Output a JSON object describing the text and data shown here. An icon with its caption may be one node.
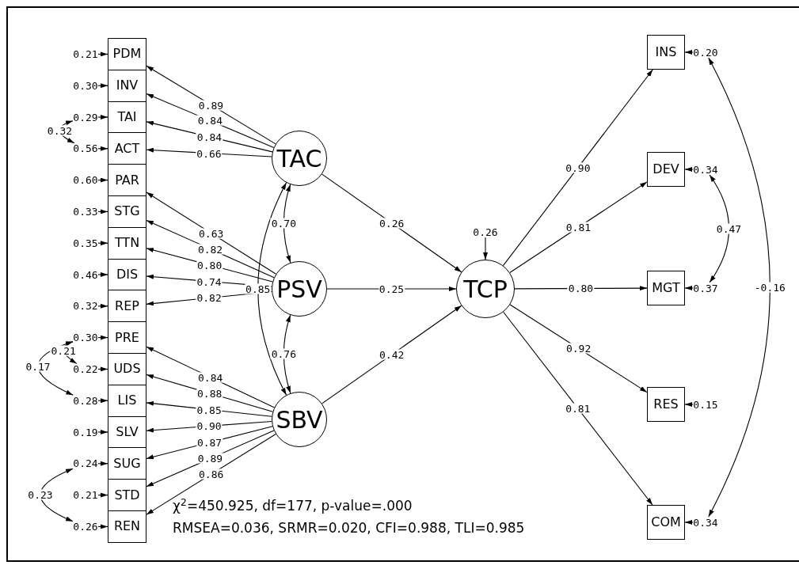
{
  "diagram": {
    "nodes": [
      {
        "text": [
          "PDM"
        ]
      },
      {
        "text": [
          "INV"
        ]
      },
      {
        "text": [
          "TAI"
        ]
      },
      {
        "text": [
          "ACT"
        ]
      },
      {
        "text": [
          "PAR"
        ]
      },
      {
        "text": [
          "STG"
        ]
      },
      {
        "text": [
          "TTN"
        ]
      },
      {
        "text": [
          "DIS"
        ]
      },
      {
        "text": [
          "REP"
        ]
      },
      {
        "text": [
          "PRE"
        ]
      },
      {
        "text": [
          "UDS"
        ]
      },
      {
        "text": [
          "LIS"
        ]
      },
      {
        "text": [
          "SLV"
        ]
      },
      {
        "text": [
          "SUG"
        ]
      },
      {
        "text": [
          "STD"
        ]
      },
      {
        "text": [
          "REN"
        ]
      },
      {
        "text": [
          "0.21"
        ]
      },
      {
        "text": [
          "0.30"
        ]
      },
      {
        "text": [
          "0.29"
        ]
      },
      {
        "text": [
          "0.56"
        ]
      },
      {
        "text": [
          "0.60"
        ]
      },
      {
        "text": [
          "0.33"
        ]
      },
      {
        "text": [
          "0.35"
        ]
      },
      {
        "text": [
          "0.46"
        ]
      },
      {
        "text": [
          "0.32"
        ]
      },
      {
        "text": [
          "0.30"
        ]
      },
      {
        "text": [
          "0.22"
        ]
      },
      {
        "text": [
          "0.28"
        ]
      },
      {
        "text": [
          "0.19"
        ]
      },
      {
        "text": [
          "0.24"
        ]
      },
      {
        "text": [
          "0.21"
        ]
      },
      {
        "text": [
          "0.26"
        ]
      },
      {
        "text": [
          "TAC"
        ]
      },
      {
        "text": [
          "PSV"
        ]
      },
      {
        "text": [
          "SBV"
        ]
      },
      {
        "text": [
          "TCP"
        ]
      },
      {
        "text": [
          "0.26"
        ]
      },
      {
        "text": [
          "INS"
        ]
      },
      {
        "text": [
          "DEV"
        ]
      },
      {
        "text": [
          "MGT"
        ]
      },
      {
        "text": [
          "RES"
        ]
      },
      {
        "text": [
          "COM"
        ]
      },
      {
        "text": [
          "0.20"
        ]
      },
      {
        "text": [
          "0.34"
        ]
      },
      {
        "text": [
          "0.37"
        ]
      },
      {
        "text": [
          "0.15"
        ]
      },
      {
        "text": [
          "0.34"
        ]
      }
    ],
    "edges": [
      {
        "from": 32,
        "to": 0,
        "arrow": "to",
        "label": "0.89"
      },
      {
        "from": 32,
        "to": 1,
        "arrow": "to",
        "label": "0.84"
      },
      {
        "from": 32,
        "to": 2,
        "arrow": "to",
        "label": "0.84"
      },
      {
        "from": 32,
        "to": 3,
        "arrow": "to",
        "label": "0.66"
      },
      {
        "from": 33,
        "to": 4,
        "arrow": "to",
        "label": "0.63"
      },
      {
        "from": 33,
        "to": 5,
        "arrow": "to",
        "label": "0.82"
      },
      {
        "from": 33,
        "to": 6,
        "arrow": "to",
        "label": "0.80"
      },
      {
        "from": 33,
        "to": 7,
        "arrow": "to",
        "label": "0.74"
      },
      {
        "from": 33,
        "to": 8,
        "arrow": "to",
        "label": "0.82"
      },
      {
        "from": 34,
        "to": 9,
        "arrow": "to",
        "label": "0.84"
      },
      {
        "from": 34,
        "to": 10,
        "arrow": "to",
        "label": "0.88"
      },
      {
        "from": 34,
        "to": 11,
        "arrow": "to",
        "label": "0.85"
      },
      {
        "from": 34,
        "to": 12,
        "arrow": "to",
        "label": "0.90"
      },
      {
        "from": 34,
        "to": 13,
        "arrow": "to",
        "label": "0.87"
      },
      {
        "from": 34,
        "to": 14,
        "arrow": "to",
        "label": "0.89"
      },
      {
        "from": 34,
        "to": 15,
        "arrow": "to",
        "label": "0.86"
      },
      {
        "from": 16,
        "to": 0,
        "arrow": "to"
      },
      {
        "from": 17,
        "to": 1,
        "arrow": "to"
      },
      {
        "from": 18,
        "to": 2,
        "arrow": "to"
      },
      {
        "from": 19,
        "to": 3,
        "arrow": "to"
      },
      {
        "from": 20,
        "to": 4,
        "arrow": "to"
      },
      {
        "from": 21,
        "to": 5,
        "arrow": "to"
      },
      {
        "from": 22,
        "to": 6,
        "arrow": "to"
      },
      {
        "from": 23,
        "to": 7,
        "arrow": "to"
      },
      {
        "from": 24,
        "to": 8,
        "arrow": "to"
      },
      {
        "from": 25,
        "to": 9,
        "arrow": "to"
      },
      {
        "from": 26,
        "to": 10,
        "arrow": "to"
      },
      {
        "from": 27,
        "to": 11,
        "arrow": "to"
      },
      {
        "from": 28,
        "to": 12,
        "arrow": "to"
      },
      {
        "from": 29,
        "to": 13,
        "arrow": "to"
      },
      {
        "from": 30,
        "to": 14,
        "arrow": "to"
      },
      {
        "from": 31,
        "to": 15,
        "arrow": "to"
      },
      {
        "from": 18,
        "to": 19,
        "arrow": "both",
        "label": "0.32"
      },
      {
        "from": 25,
        "to": 26,
        "arrow": "both",
        "label": "0.21"
      },
      {
        "from": 25,
        "to": 27,
        "arrow": "both",
        "label": "0.17"
      },
      {
        "from": 29,
        "to": 31,
        "arrow": "both",
        "label": "0.23"
      },
      {
        "from": 32,
        "to": 33,
        "arrow": "both",
        "label": "0.70"
      },
      {
        "from": 33,
        "to": 34,
        "arrow": "both",
        "label": "0.76"
      },
      {
        "from": 32,
        "to": 34,
        "arrow": "both",
        "label": "0.85"
      },
      {
        "from": 32,
        "to": 35,
        "arrow": "to",
        "label": "0.26"
      },
      {
        "from": 33,
        "to": 35,
        "arrow": "to",
        "label": "0.25"
      },
      {
        "from": 34,
        "to": 35,
        "arrow": "to",
        "label": "0.42"
      },
      {
        "from": 36,
        "to": 35,
        "arrow": "to"
      },
      {
        "from": 35,
        "to": 37,
        "arrow": "to",
        "label": "0.90"
      },
      {
        "from": 35,
        "to": 38,
        "arrow": "to",
        "label": "0.81"
      },
      {
        "from": 35,
        "to": 39,
        "arrow": "to",
        "label": "0.80"
      },
      {
        "from": 35,
        "to": 40,
        "arrow": "to",
        "label": "0.92"
      },
      {
        "from": 35,
        "to": 41,
        "arrow": "to",
        "label": "0.81"
      },
      {
        "from": 42,
        "to": 37,
        "arrow": "to"
      },
      {
        "from": 43,
        "to": 38,
        "arrow": "to"
      },
      {
        "from": 44,
        "to": 39,
        "arrow": "to"
      },
      {
        "from": 45,
        "to": 40,
        "arrow": "to"
      },
      {
        "from": 46,
        "to": 41,
        "arrow": "to"
      },
      {
        "from": 43,
        "to": 44,
        "arrow": "both",
        "label": "0.47"
      },
      {
        "from": 42,
        "to": 46,
        "arrow": "both",
        "label": "-0.16"
      }
    ],
    "labels": [
      "χ$^{2}$=450.925, df=177, p-value=.000",
      "RMSEA=0.036, SRMR=0.020, CFI=0.988, TLI=0.985"
    ]
  }
}
